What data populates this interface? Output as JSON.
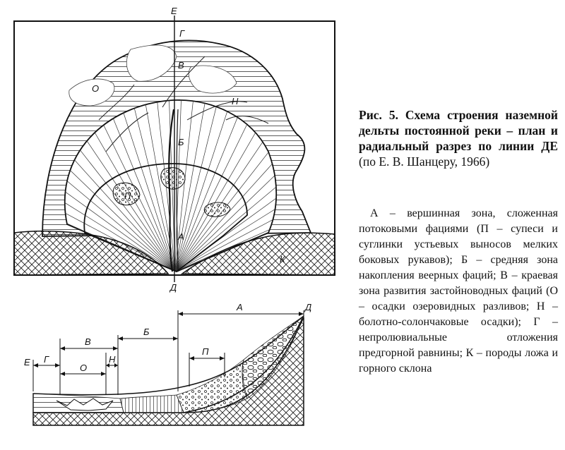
{
  "figure": {
    "plan_labels": {
      "top_E": "Е",
      "top_G": "Г",
      "V": "В",
      "O": "О",
      "N": "Н",
      "B": "Б",
      "P": "П",
      "A": "А",
      "K": "К",
      "bottom_D": "Д"
    },
    "section_labels": {
      "A": "А",
      "D": "Д",
      "B": "Б",
      "V": "В",
      "E": "Е",
      "G": "Г",
      "O": "О",
      "N": "Н",
      "P": "П"
    }
  },
  "caption": {
    "title_bold": "Рис. 5. Схема строения наземной дельты постоянной реки – план и радиальный разрез по линии ДЕ",
    "title_rest": " (по Е. В. Шанцеру, 1966)"
  },
  "legend": {
    "text": "А – вершинная зона, сложенная потоковыми фациями (П – супеси и суглинки устьевых выносов мелких боковых рукавов); Б – средняя зона накопления веерных фаций; В – краевая зона развития застойноводных фаций (О – осадки озеровидных разливов; Н – болотно-солончаковые осадки); Г – непролювиальные отложения предгорной равнины; К – породы ложа и горного склона"
  }
}
